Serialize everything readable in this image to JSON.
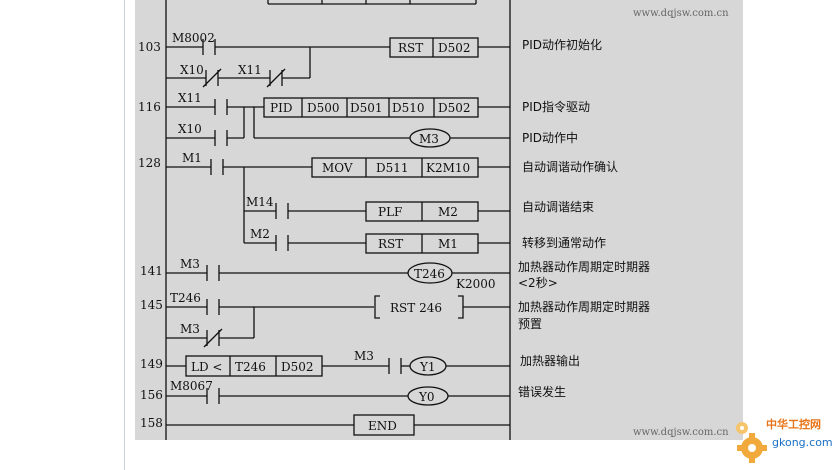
{
  "watermark": "www.dqjsw.com.cn",
  "logo": {
    "cn": "中华工控网",
    "en": "gkong.com"
  },
  "steps": {
    "s103": "103",
    "s116": "116",
    "s128": "128",
    "s141": "141",
    "s145": "145",
    "s149": "149",
    "s156": "156",
    "s158": "158"
  },
  "contacts": {
    "m8002": "M8002",
    "x10a": "X10",
    "x11a": "X11",
    "x11b": "X11",
    "x10b": "X10",
    "m1": "M1",
    "m14": "M14",
    "m2": "M2",
    "m3a": "M3",
    "t246": "T246",
    "m3b": "M3",
    "m3c": "M3",
    "m8067": "M8067"
  },
  "instructions": {
    "rst": [
      "RST",
      "D502"
    ],
    "pid": [
      "PID",
      "D500",
      "D501",
      "D510",
      "D502"
    ],
    "mov": [
      "MOV",
      "D511",
      "K2M10"
    ],
    "plf": [
      "PLF",
      "M2"
    ],
    "rst2": [
      "RST",
      "M1"
    ],
    "rst246": "RST  246",
    "ld": [
      "LD <",
      "T246",
      "D502"
    ],
    "end": "END"
  },
  "coils": {
    "m3": "M3",
    "t246": "T246",
    "t246_k": "K2000",
    "y1": "Y1",
    "y0": "Y0"
  },
  "annotations": {
    "a103": "PID动作初始化",
    "a116": "PID指令驱动",
    "a116b": "PID动作中",
    "a128": "自动调谐动作确认",
    "a_m14": "自动调谐结束",
    "a_m2": "转移到通常动作",
    "a141_1": "加热器动作周期定时期器",
    "a141_2": "<2秒>",
    "a145_1": "加热器动作周期定时期器",
    "a145_2": "预置",
    "a149": "加热器输出",
    "a156": "错误发生"
  }
}
